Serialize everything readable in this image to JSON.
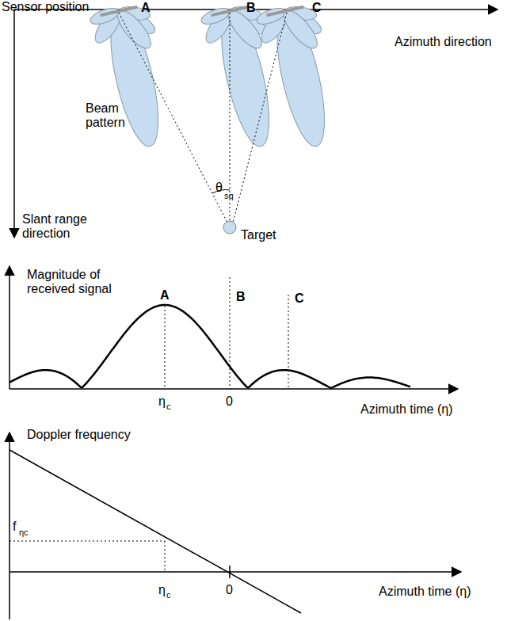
{
  "diagram": {
    "labels": [
      "Sensor position",
      "A",
      "B",
      "C",
      "Azimuth direction",
      "Beam pattern",
      "θ",
      "sq",
      "Slant range direction",
      "Target",
      "Magnitude of received signal",
      "A",
      "B",
      "C",
      "η",
      "c",
      "0",
      "Azimuth time (η)",
      "Doppler frequency",
      "f",
      "ηc",
      "η",
      "c",
      "0",
      "Azimuth time (η)"
    ]
  }
}
